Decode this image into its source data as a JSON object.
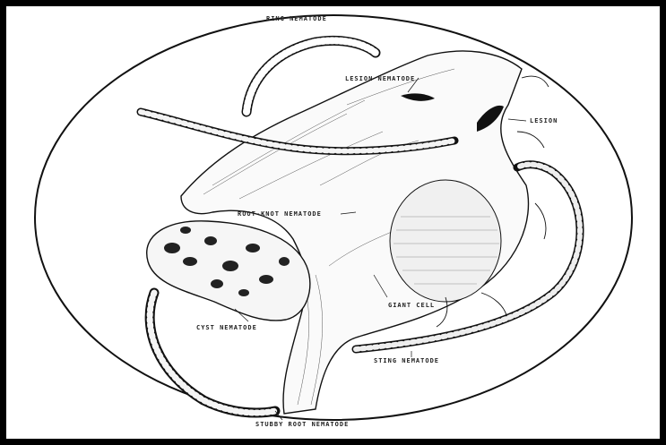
{
  "labels": {
    "ring": "RING NEMATODE",
    "lesion_nematode": "LESION NEMATODE",
    "lesion": "LESION",
    "root_knot": "ROOT-KNOT NEMATODE",
    "giant_cell": "GIANT CELL",
    "cyst": "CYST NEMATODE",
    "sting": "STING NEMATODE",
    "stubby": "STUBBY ROOT NEMATODE"
  },
  "colors": {
    "ink": "#111111",
    "frame": "#000000",
    "paper": "#ffffff"
  }
}
